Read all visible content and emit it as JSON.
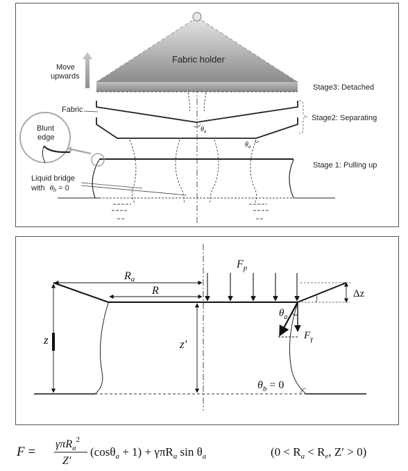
{
  "top_panel": {
    "fabric_holder": "Fabric holder",
    "move_upwards_line1": "Move",
    "move_upwards_line2": "upwards",
    "fabric": "Fabric",
    "blunt_edge_line1": "Blunt",
    "blunt_edge_line2": "edge",
    "liquid_bridge_line1": "Liquid bridge",
    "liquid_bridge_line2_prefix": "with",
    "liquid_bridge_theta": "θ",
    "liquid_bridge_theta_sub": "b",
    "liquid_bridge_eq": " = 0",
    "stage3": "Stage3: Detached",
    "stage2": "Stage2: Separating",
    "stage1": "Stage 1: Pulling up",
    "theta": "θ",
    "theta_sub": "a"
  },
  "bottom_panel": {
    "Ra": "R",
    "Ra_sub": "a",
    "R": "R",
    "Fp": "F",
    "Fp_sub": "p",
    "delta_z": "Δz",
    "z": "z",
    "z_prime": "z′",
    "theta_a": "θ",
    "theta_a_sub": "a",
    "F_gamma": "F",
    "F_gamma_sub": "γ",
    "theta_b": "θ",
    "theta_b_sub": "b",
    "theta_b_eq": " = 0"
  },
  "formula": {
    "F": "F",
    "eq": " = ",
    "numerator": "γπR",
    "num_sub": "a",
    "num_sup": "2",
    "denominator": "Z′",
    "term1": "(cosθ",
    "term1_sub": "a",
    "term1_end": " + 1) + γπR",
    "term2_sub": "a",
    "term2_end": " sin θ",
    "term2_sub2": "a",
    "condition": "(0 < R",
    "cond_sub1": "a",
    "cond_mid": " < R",
    "cond_sub2": "e",
    "cond_end": ",  Z′ > 0)"
  }
}
